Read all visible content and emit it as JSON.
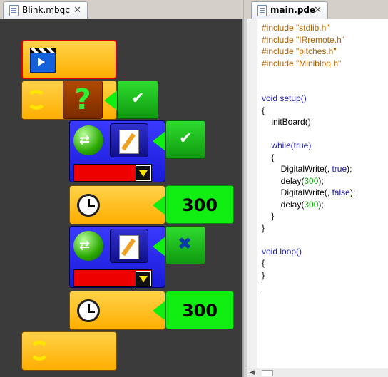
{
  "tabs": {
    "left": {
      "label": "Blink.mbqc",
      "close": "✕"
    },
    "right": {
      "label": "main.pde",
      "close": "✕"
    }
  },
  "blocks": {
    "delay1_value": "300",
    "delay2_value": "300",
    "if_symbol": "?",
    "true_mark": "✔",
    "false_mark": "✖",
    "swap_symbol": "⇄"
  },
  "code_lines": [
    {
      "text": "#include \"stdlib.h\"",
      "cls": "pp"
    },
    {
      "text": "#include \"IRremote.h\"",
      "cls": "pp"
    },
    {
      "text": "#include \"pitches.h\"",
      "cls": "pp"
    },
    {
      "text": "#include \"Minibloq.h\"",
      "cls": "pp"
    },
    {
      "text": ""
    },
    {
      "text": ""
    },
    {
      "text": "void setup()",
      "cls": "kw"
    },
    {
      "text": "{"
    },
    {
      "text": "    initBoard();"
    },
    {
      "text": ""
    },
    {
      "text": "    while(true)",
      "cls": "kw"
    },
    {
      "text": "    {"
    },
    {
      "text": "        DigitalWrite(, true);"
    },
    {
      "text": "        delay(300);"
    },
    {
      "text": "        DigitalWrite(, false);"
    },
    {
      "text": "        delay(300);"
    },
    {
      "text": "    }"
    },
    {
      "text": "}"
    },
    {
      "text": ""
    },
    {
      "text": "void loop()",
      "cls": "kw"
    },
    {
      "text": "{"
    },
    {
      "text": "}"
    }
  ]
}
